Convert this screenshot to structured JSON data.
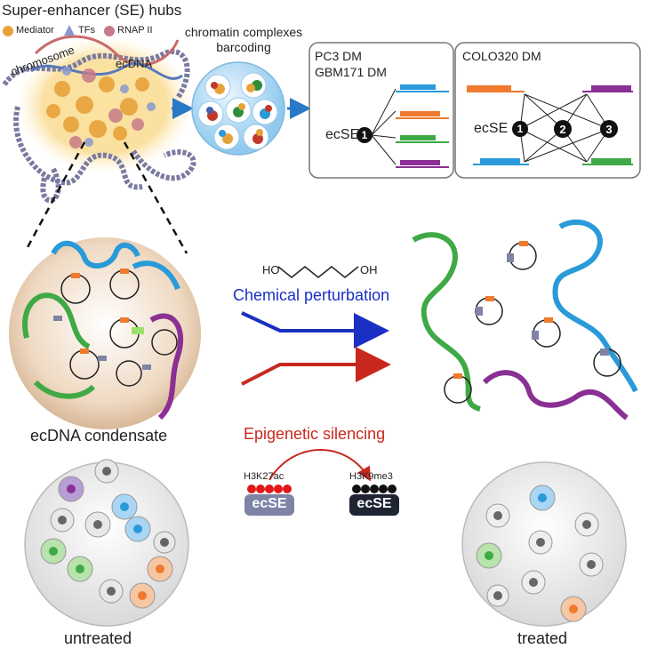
{
  "title": "Super-enhancer (SE) hubs",
  "legend": {
    "mediator": "Mediator",
    "tfs": "TFs",
    "rnap": "RNAP II"
  },
  "hub_labels": {
    "chromosome": "chromosome",
    "ecdna": "ecDNA"
  },
  "barcoding": {
    "line1": "chromatin complexes",
    "line2": "barcoding"
  },
  "panel_left": {
    "line1": "PC3 DM",
    "line2": "GBM171 DM",
    "ecse": "ecSE",
    "node": "1"
  },
  "panel_right": {
    "title": "COLO320 DM",
    "ecse": "ecSE",
    "nodes": [
      "1",
      "2",
      "3"
    ]
  },
  "chemical": {
    "molecule_ho": "HO",
    "molecule_oh": "OH",
    "label": "Chemical perturbation"
  },
  "condensate_label": "ecDNA condensate",
  "epigenetic": {
    "label": "Epigenetic silencing",
    "mark_before": "H3K27ac",
    "mark_after": "H3K9me3",
    "box": "ecSE"
  },
  "untreated_label": "untreated",
  "treated_label": "treated",
  "colors": {
    "blue": "#2a9ad8",
    "green": "#3fa945",
    "purple": "#8a2f93",
    "orange": "#ef7a2e",
    "arrow_blue": "#1c2fc4",
    "arrow_red": "#c8281e",
    "ecse_box": "#7f83a6"
  }
}
